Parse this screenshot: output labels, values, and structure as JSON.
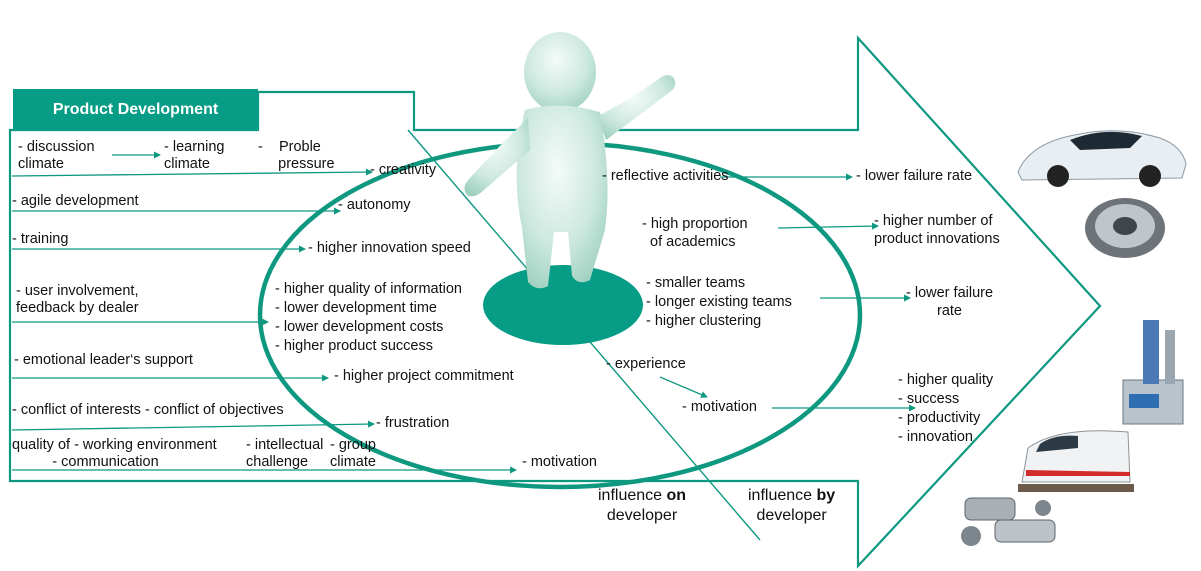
{
  "title": "Product Development",
  "colors": {
    "accent": "#079c85",
    "line": "#0e9880"
  },
  "left_factors": [
    {
      "id": "discussion",
      "text": "- discussion\nclimate"
    },
    {
      "id": "learning",
      "text": "- learning\nclimate"
    },
    {
      "id": "proble",
      "text": "-    Proble\n     pressure"
    },
    {
      "id": "agile",
      "text": "- agile development"
    },
    {
      "id": "training",
      "text": "- training"
    },
    {
      "id": "user",
      "text": "- user involvement,\nfeedback by dealer"
    },
    {
      "id": "emotional",
      "text": "- emotional leader‘s support"
    },
    {
      "id": "conflict",
      "text": "- conflict of interests - conflict of objectives"
    },
    {
      "id": "quality",
      "text": "quality of - working environment\n          - communication"
    },
    {
      "id": "intellectual",
      "text": "- intellectual\nchallenge"
    },
    {
      "id": "group",
      "text": "- group\nclimate"
    }
  ],
  "inner_effects": [
    {
      "id": "creativity",
      "text": "- creativity"
    },
    {
      "id": "autonomy",
      "text": "- autonomy"
    },
    {
      "id": "speed",
      "text": "- higher innovation speed"
    },
    {
      "id": "info",
      "text": "- higher quality of information\n- lower development time\n- lower development costs\n- higher product success"
    },
    {
      "id": "commitment",
      "text": "- higher project commitment"
    },
    {
      "id": "frustration",
      "text": "- frustration"
    },
    {
      "id": "motivation1",
      "text": "- motivation"
    }
  ],
  "developer_actions": [
    {
      "id": "reflective",
      "text": "- reflective activities"
    },
    {
      "id": "academics",
      "text": "- high proportion\n  of academics"
    },
    {
      "id": "teams",
      "text": "- smaller teams\n- longer existing teams\n- higher clustering"
    },
    {
      "id": "experience",
      "text": "- experience"
    },
    {
      "id": "motivation2",
      "text": "- motivation"
    }
  ],
  "outcomes": [
    {
      "id": "failure1",
      "text": "- lower failure rate"
    },
    {
      "id": "innovations",
      "text": "- higher number of\nproduct innovations"
    },
    {
      "id": "failure2",
      "text": "- lower failure\nrate"
    },
    {
      "id": "quality_out",
      "text": "- higher quality\n- success\n- productivity\n- innovation"
    }
  ],
  "influence_on": {
    "pre": "influence ",
    "bold": "on",
    "post": "developer"
  },
  "influence_by": {
    "pre": "influence ",
    "bold": "by",
    "post": "developer"
  },
  "pictures": [
    "sports-car",
    "clutch-disc",
    "industrial-machine",
    "train",
    "valve-fittings",
    "developer-figure"
  ]
}
